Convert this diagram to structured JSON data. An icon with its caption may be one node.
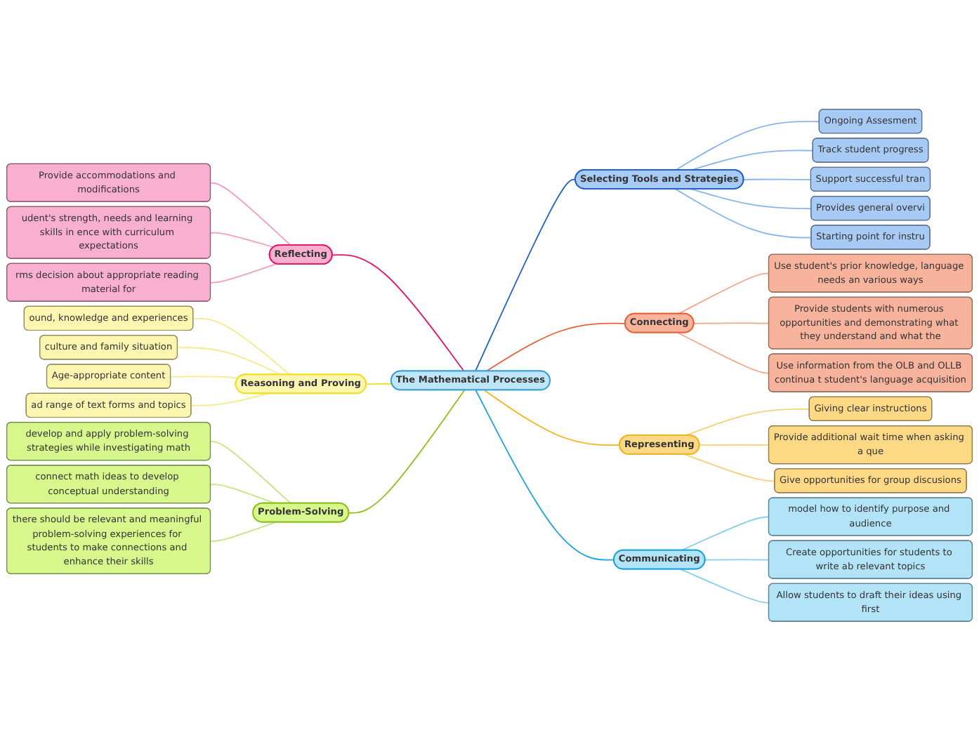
{
  "diagram": {
    "nodes": [
      {
        "text": [
          "The Mathematical Processes"
        ]
      },
      {
        "text": [
          "Selecting Tools and Strategies"
        ]
      },
      {
        "text": [
          "Ongoing Assesment"
        ]
      },
      {
        "text": [
          "Track student progress"
        ]
      },
      {
        "text": [
          "Support successful tran"
        ]
      },
      {
        "text": [
          "Provides general overvi"
        ]
      },
      {
        "text": [
          "Starting point for instru"
        ]
      },
      {
        "text": [
          "Connecting"
        ]
      },
      {
        "text": [
          "Use student's prior knowledge, language needs an various ways"
        ]
      },
      {
        "text": [
          "Provide students with numerous opportunities and demonstrating what they understand and what the"
        ]
      },
      {
        "text": [
          "Use information from the OLB and OLLB continua t student's language acquisition"
        ]
      },
      {
        "text": [
          "Representing"
        ]
      },
      {
        "text": [
          "Giving clear instructions"
        ]
      },
      {
        "text": [
          "Provide additional wait time when asking a que"
        ]
      },
      {
        "text": [
          "Give opportunities for group discusions"
        ]
      },
      {
        "text": [
          "Communicating"
        ]
      },
      {
        "text": [
          "model how to identify purpose and audience"
        ]
      },
      {
        "text": [
          "Create opportunities for students to write ab relevant topics"
        ]
      },
      {
        "text": [
          "Allow students to draft their ideas using first"
        ]
      },
      {
        "text": [
          "Reflecting"
        ]
      },
      {
        "text": [
          "Provide accommodations and modifications"
        ]
      },
      {
        "text": [
          "udent's strength, needs and learning skills in ence with curriculum expectations"
        ]
      },
      {
        "text": [
          "rms decision about appropriate reading material for"
        ]
      },
      {
        "text": [
          "Reasoning and Proving"
        ]
      },
      {
        "text": [
          "ound, knowledge and experiences"
        ]
      },
      {
        "text": [
          "culture and family situation"
        ]
      },
      {
        "text": [
          "Age-appropriate content"
        ]
      },
      {
        "text": [
          "ad range of text forms and topics"
        ]
      },
      {
        "text": [
          "Problem-Solving"
        ]
      },
      {
        "text": [
          "develop and apply problem-solving strategies while investigating math"
        ]
      },
      {
        "text": [
          "connect math ideas to develop conceptual understanding"
        ]
      },
      {
        "text": [
          "there should be relevant and meaningful problem-solving experiences for students to make connections and enhance their skills"
        ]
      }
    ],
    "edges": [
      {
        "from": 0,
        "to": 1,
        "arrow": "none",
        "color": "#1f5fc9"
      },
      {
        "from": 1,
        "to": 2,
        "arrow": "none",
        "color": "#8ab4ec"
      },
      {
        "from": 1,
        "to": 3,
        "arrow": "none",
        "color": "#8ab4ec"
      },
      {
        "from": 1,
        "to": 4,
        "arrow": "none",
        "color": "#8ab4ec"
      },
      {
        "from": 1,
        "to": 5,
        "arrow": "none",
        "color": "#8ab4ec"
      },
      {
        "from": 1,
        "to": 6,
        "arrow": "none",
        "color": "#8ab4ec"
      },
      {
        "from": 0,
        "to": 7,
        "arrow": "none",
        "color": "#e8603a"
      },
      {
        "from": 7,
        "to": 8,
        "arrow": "none",
        "color": "#f4a68c"
      },
      {
        "from": 7,
        "to": 9,
        "arrow": "none",
        "color": "#f4a68c"
      },
      {
        "from": 7,
        "to": 10,
        "arrow": "none",
        "color": "#f4a68c"
      },
      {
        "from": 0,
        "to": 11,
        "arrow": "none",
        "color": "#f5b21a"
      },
      {
        "from": 11,
        "to": 12,
        "arrow": "none",
        "color": "#f8cf78"
      },
      {
        "from": 11,
        "to": 13,
        "arrow": "none",
        "color": "#f8cf78"
      },
      {
        "from": 11,
        "to": 14,
        "arrow": "none",
        "color": "#f8cf78"
      },
      {
        "from": 0,
        "to": 15,
        "arrow": "none",
        "color": "#1aa3e0"
      },
      {
        "from": 15,
        "to": 16,
        "arrow": "none",
        "color": "#86cdee"
      },
      {
        "from": 15,
        "to": 17,
        "arrow": "none",
        "color": "#86cdee"
      },
      {
        "from": 15,
        "to": 18,
        "arrow": "none",
        "color": "#86cdee"
      },
      {
        "from": 0,
        "to": 19,
        "arrow": "none",
        "color": "#e8136b"
      },
      {
        "from": 19,
        "to": 20,
        "arrow": "none",
        "color": "#f59cc2"
      },
      {
        "from": 19,
        "to": 21,
        "arrow": "none",
        "color": "#f59cc2"
      },
      {
        "from": 19,
        "to": 22,
        "arrow": "none",
        "color": "#f59cc2"
      },
      {
        "from": 0,
        "to": 23,
        "arrow": "none",
        "color": "#f2de1a"
      },
      {
        "from": 23,
        "to": 24,
        "arrow": "none",
        "color": "#f5eb8a"
      },
      {
        "from": 23,
        "to": 25,
        "arrow": "none",
        "color": "#f5eb8a"
      },
      {
        "from": 23,
        "to": 26,
        "arrow": "none",
        "color": "#f5eb8a"
      },
      {
        "from": 23,
        "to": 27,
        "arrow": "none",
        "color": "#f5eb8a"
      },
      {
        "from": 0,
        "to": 28,
        "arrow": "none",
        "color": "#8cbf1a"
      },
      {
        "from": 28,
        "to": 29,
        "arrow": "none",
        "color": "#c6e48a"
      },
      {
        "from": 28,
        "to": 30,
        "arrow": "none",
        "color": "#c6e48a"
      },
      {
        "from": 28,
        "to": 31,
        "arrow": "none",
        "color": "#c6e48a"
      }
    ]
  }
}
